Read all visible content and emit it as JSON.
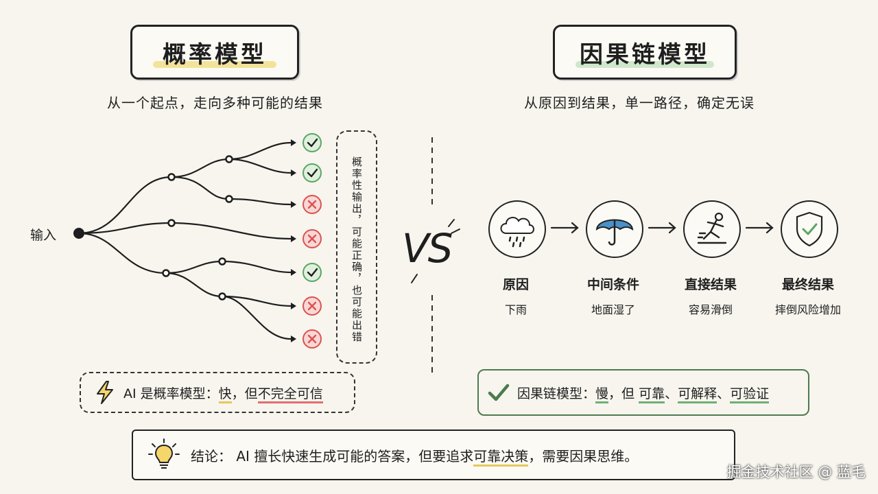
{
  "left": {
    "title": "概率模型",
    "subtitle": "从一个起点，走向多种可能的结果",
    "input_label": "输入",
    "note": "概率性输出，可能正确，也可能出错",
    "summary": {
      "prefix": "AI 是概率模型：",
      "fast": "快",
      "mid": "，但",
      "unreliable": "不完全可信"
    },
    "outcomes": [
      "correct",
      "correct",
      "wrong",
      "wrong",
      "correct",
      "wrong",
      "wrong"
    ]
  },
  "center": {
    "vs": "VS"
  },
  "right": {
    "title": "因果链模型",
    "subtitle": "从原因到结果，单一路径，确定无误",
    "steps": [
      {
        "label": "原因",
        "desc": "下雨",
        "icon": "rain-cloud-icon"
      },
      {
        "label": "中间条件",
        "desc": "地面湿了",
        "icon": "umbrella-icon"
      },
      {
        "label": "直接结果",
        "desc": "容易滑倒",
        "icon": "slipping-person-icon"
      },
      {
        "label": "最终结果",
        "desc": "摔倒风险增加",
        "icon": "shield-check-icon"
      }
    ],
    "summary": {
      "prefix": "因果链模型：",
      "slow": "慢",
      "mid": "，但 ",
      "reliable": "可靠",
      "sep1": "、",
      "explainable": "可解释",
      "sep2": "、",
      "verifiable": "可验证"
    }
  },
  "conclusion": {
    "prefix": "结论： AI 擅长快速生成可能的答案，但要追求",
    "highlight": "可靠决策",
    "suffix": "，需要因果思维。"
  },
  "watermark": "掘金技术社区 @ 蓝毛",
  "colors": {
    "check": "#5aa566",
    "check_bg": "#dff1dc",
    "cross": "#d9534f",
    "cross_bg": "#f8d7d5",
    "left_highlight": "#f3e39a",
    "right_highlight": "#cfe8cc",
    "umbrella": "#4a90c9",
    "right_border": "#4d7a4f"
  }
}
